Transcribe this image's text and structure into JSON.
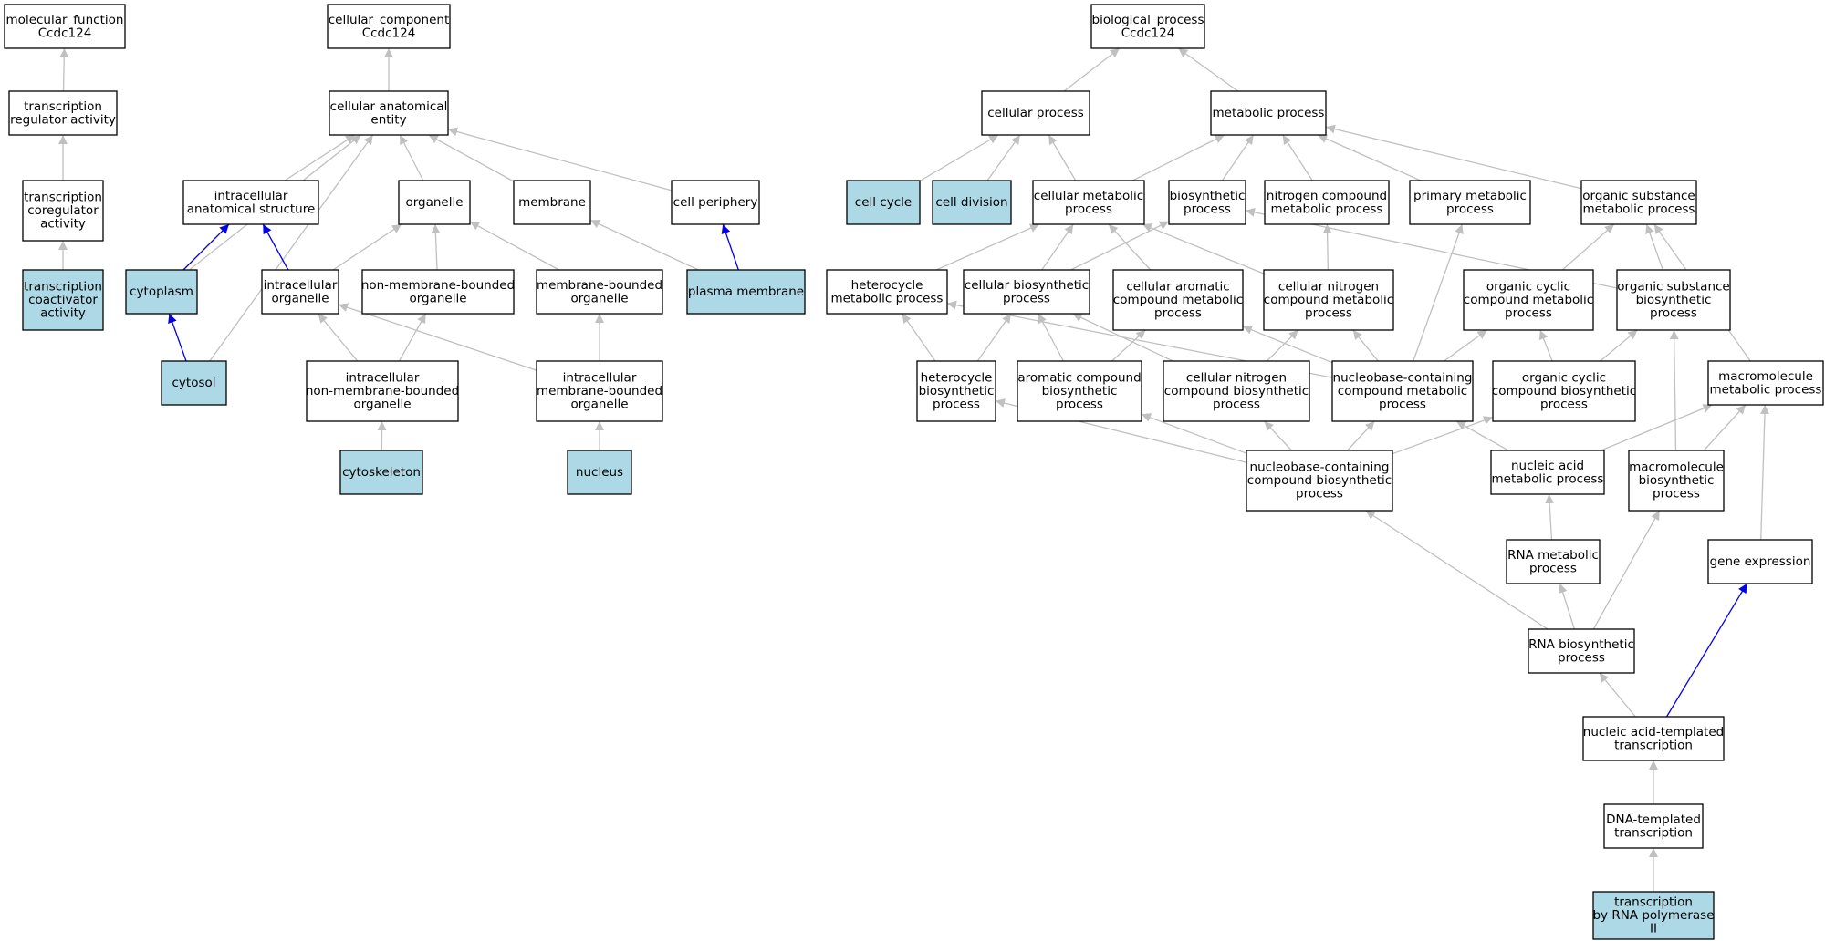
{
  "colors": {
    "highlight_fill": "#add8e6",
    "normal_fill": "#ffffff",
    "edge_gray": "#c0c0c0",
    "edge_blue": "#0000ee"
  },
  "nodes": [
    {
      "id": "mf",
      "label": [
        "molecular_function",
        "Ccdc124"
      ]
    },
    {
      "id": "tra",
      "label": [
        "transcription",
        "regulator activity"
      ]
    },
    {
      "id": "tca",
      "label": [
        "transcription",
        "coregulator",
        "activity"
      ]
    },
    {
      "id": "tcoa",
      "label": [
        "transcription",
        "coactivator",
        "activity"
      ],
      "highlight": true
    },
    {
      "id": "cc",
      "label": [
        "cellular_component",
        "Ccdc124"
      ]
    },
    {
      "id": "cae",
      "label": [
        "cellular anatomical",
        "entity"
      ]
    },
    {
      "id": "ias",
      "label": [
        "intracellular",
        "anatomical structure"
      ]
    },
    {
      "id": "org",
      "label": [
        "organelle"
      ]
    },
    {
      "id": "mem",
      "label": [
        "membrane"
      ]
    },
    {
      "id": "cp",
      "label": [
        "cell periphery"
      ]
    },
    {
      "id": "cyto",
      "label": [
        "cytoplasm"
      ],
      "highlight": true
    },
    {
      "id": "io",
      "label": [
        "intracellular",
        "organelle"
      ]
    },
    {
      "id": "nmbo",
      "label": [
        "non-membrane-bounded",
        "organelle"
      ]
    },
    {
      "id": "mbo",
      "label": [
        "membrane-bounded",
        "organelle"
      ]
    },
    {
      "id": "pm",
      "label": [
        "plasma membrane"
      ],
      "highlight": true
    },
    {
      "id": "cytosol",
      "label": [
        "cytosol"
      ],
      "highlight": true
    },
    {
      "id": "inmbo",
      "label": [
        "intracellular",
        "non-membrane-bounded",
        "organelle"
      ]
    },
    {
      "id": "imbo",
      "label": [
        "intracellular",
        "membrane-bounded",
        "organelle"
      ]
    },
    {
      "id": "cytosk",
      "label": [
        "cytoskeleton"
      ],
      "highlight": true
    },
    {
      "id": "nucleus",
      "label": [
        "nucleus"
      ],
      "highlight": true
    },
    {
      "id": "bp",
      "label": [
        "biological_process",
        "Ccdc124"
      ]
    },
    {
      "id": "cellp",
      "label": [
        "cellular process"
      ]
    },
    {
      "id": "metp",
      "label": [
        "metabolic process"
      ]
    },
    {
      "id": "cellcycle",
      "label": [
        "cell cycle"
      ],
      "highlight": true
    },
    {
      "id": "celldiv",
      "label": [
        "cell division"
      ],
      "highlight": true
    },
    {
      "id": "cmp",
      "label": [
        "cellular metabolic",
        "process"
      ]
    },
    {
      "id": "biosyn",
      "label": [
        "biosynthetic",
        "process"
      ]
    },
    {
      "id": "ncmp",
      "label": [
        "nitrogen compound",
        "metabolic process"
      ]
    },
    {
      "id": "pmp",
      "label": [
        "primary metabolic",
        "process"
      ]
    },
    {
      "id": "osmp",
      "label": [
        "organic substance",
        "metabolic process"
      ]
    },
    {
      "id": "hmp",
      "label": [
        "heterocycle",
        "metabolic process"
      ]
    },
    {
      "id": "cbp",
      "label": [
        "cellular biosynthetic",
        "process"
      ]
    },
    {
      "id": "cacmp",
      "label": [
        "cellular aromatic",
        "compound metabolic",
        "process"
      ]
    },
    {
      "id": "cncmp",
      "label": [
        "cellular nitrogen",
        "compound metabolic",
        "process"
      ]
    },
    {
      "id": "occmp",
      "label": [
        "organic cyclic",
        "compound metabolic",
        "process"
      ]
    },
    {
      "id": "osbp",
      "label": [
        "organic substance",
        "biosynthetic",
        "process"
      ]
    },
    {
      "id": "hbp",
      "label": [
        "heterocycle",
        "biosynthetic",
        "process"
      ]
    },
    {
      "id": "acbp",
      "label": [
        "aromatic compound",
        "biosynthetic",
        "process"
      ]
    },
    {
      "id": "cncbp",
      "label": [
        "cellular nitrogen",
        "compound biosynthetic",
        "process"
      ]
    },
    {
      "id": "nbcmp",
      "label": [
        "nucleobase-containing",
        "compound metabolic",
        "process"
      ]
    },
    {
      "id": "occbp",
      "label": [
        "organic cyclic",
        "compound biosynthetic",
        "process"
      ]
    },
    {
      "id": "mmp",
      "label": [
        "macromolecule",
        "metabolic process"
      ]
    },
    {
      "id": "nbcbp",
      "label": [
        "nucleobase-containing",
        "compound biosynthetic",
        "process"
      ]
    },
    {
      "id": "namp",
      "label": [
        "nucleic acid",
        "metabolic process"
      ]
    },
    {
      "id": "mbp",
      "label": [
        "macromolecule",
        "biosynthetic",
        "process"
      ]
    },
    {
      "id": "rnamp",
      "label": [
        "RNA metabolic",
        "process"
      ]
    },
    {
      "id": "gexp",
      "label": [
        "gene expression"
      ]
    },
    {
      "id": "rnabp",
      "label": [
        "RNA biosynthetic",
        "process"
      ]
    },
    {
      "id": "natt",
      "label": [
        "nucleic acid-templated",
        "transcription"
      ]
    },
    {
      "id": "dtt",
      "label": [
        "DNA-templated",
        "transcription"
      ]
    },
    {
      "id": "trp2",
      "label": [
        "transcription",
        "by RNA polymerase",
        "II"
      ],
      "highlight": true
    }
  ],
  "edges": [
    {
      "from": "tra",
      "to": "mf"
    },
    {
      "from": "tca",
      "to": "tra"
    },
    {
      "from": "tcoa",
      "to": "tca"
    },
    {
      "from": "cae",
      "to": "cc"
    },
    {
      "from": "ias",
      "to": "cae"
    },
    {
      "from": "org",
      "to": "cae"
    },
    {
      "from": "mem",
      "to": "cae"
    },
    {
      "from": "cp",
      "to": "cae"
    },
    {
      "from": "cyto",
      "to": "cae"
    },
    {
      "from": "cyto",
      "to": "ias",
      "blue": true
    },
    {
      "from": "cytosol",
      "to": "cyto",
      "blue": true
    },
    {
      "from": "cytosol",
      "to": "cae"
    },
    {
      "from": "io",
      "to": "ias",
      "blue": true
    },
    {
      "from": "io",
      "to": "org"
    },
    {
      "from": "nmbo",
      "to": "org"
    },
    {
      "from": "mbo",
      "to": "org"
    },
    {
      "from": "pm",
      "to": "cp",
      "blue": true
    },
    {
      "from": "pm",
      "to": "mem"
    },
    {
      "from": "inmbo",
      "to": "io"
    },
    {
      "from": "inmbo",
      "to": "nmbo"
    },
    {
      "from": "imbo",
      "to": "io"
    },
    {
      "from": "imbo",
      "to": "mbo"
    },
    {
      "from": "cytosk",
      "to": "inmbo"
    },
    {
      "from": "nucleus",
      "to": "imbo"
    },
    {
      "from": "cellp",
      "to": "bp"
    },
    {
      "from": "metp",
      "to": "bp"
    },
    {
      "from": "cellcycle",
      "to": "cellp"
    },
    {
      "from": "celldiv",
      "to": "cellp"
    },
    {
      "from": "cmp",
      "to": "cellp"
    },
    {
      "from": "cmp",
      "to": "metp"
    },
    {
      "from": "biosyn",
      "to": "metp"
    },
    {
      "from": "ncmp",
      "to": "metp"
    },
    {
      "from": "pmp",
      "to": "metp"
    },
    {
      "from": "osmp",
      "to": "metp"
    },
    {
      "from": "hmp",
      "to": "cmp"
    },
    {
      "from": "cbp",
      "to": "cmp"
    },
    {
      "from": "cbp",
      "to": "biosyn"
    },
    {
      "from": "cacmp",
      "to": "cmp"
    },
    {
      "from": "cncmp",
      "to": "cmp"
    },
    {
      "from": "cncmp",
      "to": "ncmp"
    },
    {
      "from": "occmp",
      "to": "osmp"
    },
    {
      "from": "osbp",
      "to": "osmp"
    },
    {
      "from": "osbp",
      "to": "biosyn"
    },
    {
      "from": "hbp",
      "to": "hmp"
    },
    {
      "from": "hbp",
      "to": "cbp"
    },
    {
      "from": "acbp",
      "to": "cbp"
    },
    {
      "from": "acbp",
      "to": "cacmp"
    },
    {
      "from": "cncbp",
      "to": "cbp"
    },
    {
      "from": "cncbp",
      "to": "cncmp"
    },
    {
      "from": "nbcmp",
      "to": "hmp"
    },
    {
      "from": "nbcmp",
      "to": "cacmp"
    },
    {
      "from": "nbcmp",
      "to": "cncmp"
    },
    {
      "from": "nbcmp",
      "to": "pmp"
    },
    {
      "from": "nbcmp",
      "to": "occmp"
    },
    {
      "from": "occbp",
      "to": "occmp"
    },
    {
      "from": "occbp",
      "to": "osbp"
    },
    {
      "from": "mmp",
      "to": "osmp"
    },
    {
      "from": "nbcbp",
      "to": "hbp"
    },
    {
      "from": "nbcbp",
      "to": "acbp"
    },
    {
      "from": "nbcbp",
      "to": "cncbp"
    },
    {
      "from": "nbcbp",
      "to": "nbcmp"
    },
    {
      "from": "nbcbp",
      "to": "occbp"
    },
    {
      "from": "namp",
      "to": "nbcmp"
    },
    {
      "from": "namp",
      "to": "mmp"
    },
    {
      "from": "mbp",
      "to": "mmp"
    },
    {
      "from": "mbp",
      "to": "osbp"
    },
    {
      "from": "rnamp",
      "to": "namp"
    },
    {
      "from": "gexp",
      "to": "mmp"
    },
    {
      "from": "rnabp",
      "to": "nbcbp"
    },
    {
      "from": "rnabp",
      "to": "rnamp"
    },
    {
      "from": "rnabp",
      "to": "mbp"
    },
    {
      "from": "natt",
      "to": "rnabp"
    },
    {
      "from": "natt",
      "to": "gexp",
      "blue": true
    },
    {
      "from": "dtt",
      "to": "natt"
    },
    {
      "from": "trp2",
      "to": "dtt"
    }
  ]
}
